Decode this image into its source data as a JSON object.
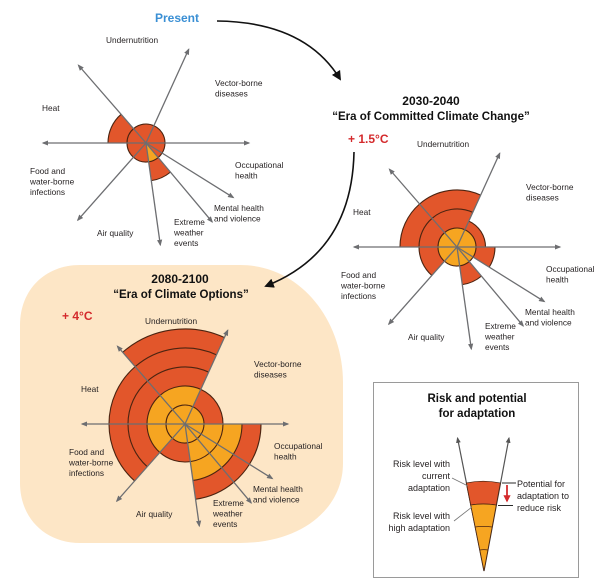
{
  "colors": {
    "current_adaptation_risk": "#e2562b",
    "high_adaptation_risk": "#f6a521",
    "ring_line": "#4b2411",
    "axis": "#6d6e71",
    "present_title": "#3a8fd4",
    "warming": "#d42a2c",
    "panel_background": "#fde6c6",
    "potential_arrow": "#d42a2c"
  },
  "risk_scale_unit": "concentric ring level",
  "eras": [
    {
      "period": "Present",
      "era_name": "",
      "warming": "",
      "sectors": [
        {
          "name": "Undernutrition",
          "label_lines": [
            "Undernutrition"
          ],
          "risk_high_adaptation": 0,
          "risk_current_adaptation": 1
        },
        {
          "name": "Vector-borne diseases",
          "label_lines": [
            "Vector-borne",
            "diseases"
          ],
          "risk_high_adaptation": 0,
          "risk_current_adaptation": 1
        },
        {
          "name": "Occupational health",
          "label_lines": [
            "Occupational",
            "health"
          ],
          "risk_high_adaptation": 0,
          "risk_current_adaptation": 1
        },
        {
          "name": "Mental health and violence",
          "label_lines": [
            "Mental health",
            "and violence"
          ],
          "risk_high_adaptation": 0,
          "risk_current_adaptation": 1
        },
        {
          "name": "Extreme weather events",
          "label_lines": [
            "Extreme",
            "weather",
            "events"
          ],
          "risk_high_adaptation": 1,
          "risk_current_adaptation": 2
        },
        {
          "name": "Air quality",
          "label_lines": [
            "Air quality"
          ],
          "risk_high_adaptation": 0,
          "risk_current_adaptation": 1
        },
        {
          "name": "Food and water-borne infections",
          "label_lines": [
            "Food and",
            "water-borne",
            "infections"
          ],
          "risk_high_adaptation": 0,
          "risk_current_adaptation": 1
        },
        {
          "name": "Heat",
          "label_lines": [
            "Heat"
          ],
          "risk_high_adaptation": 0,
          "risk_current_adaptation": 2
        }
      ]
    },
    {
      "period": "2030-2040",
      "era_name": "“Era of Committed Climate Change”",
      "warming": "+ 1.5°C",
      "sectors": [
        {
          "name": "Undernutrition",
          "label_lines": [
            "Undernutrition"
          ],
          "risk_high_adaptation": 1,
          "risk_current_adaptation": 3
        },
        {
          "name": "Vector-borne diseases",
          "label_lines": [
            "Vector-borne",
            "diseases"
          ],
          "risk_high_adaptation": 1,
          "risk_current_adaptation": 1.5
        },
        {
          "name": "Occupational health",
          "label_lines": [
            "Occupational",
            "health"
          ],
          "risk_high_adaptation": 1,
          "risk_current_adaptation": 2
        },
        {
          "name": "Mental health and violence",
          "label_lines": [
            "Mental health",
            "and violence"
          ],
          "risk_high_adaptation": 1,
          "risk_current_adaptation": 1
        },
        {
          "name": "Extreme weather events",
          "label_lines": [
            "Extreme",
            "weather",
            "events"
          ],
          "risk_high_adaptation": 1,
          "risk_current_adaptation": 2
        },
        {
          "name": "Air quality",
          "label_lines": [
            "Air quality"
          ],
          "risk_high_adaptation": 1,
          "risk_current_adaptation": 1
        },
        {
          "name": "Food and water-borne infections",
          "label_lines": [
            "Food and",
            "water-borne",
            "infections"
          ],
          "risk_high_adaptation": 1,
          "risk_current_adaptation": 2
        },
        {
          "name": "Heat",
          "label_lines": [
            "Heat"
          ],
          "risk_high_adaptation": 1,
          "risk_current_adaptation": 3
        }
      ]
    },
    {
      "period": "2080-2100",
      "era_name": "“Era of Climate Options”",
      "warming": "+ 4°C",
      "sectors": [
        {
          "name": "Undernutrition",
          "label_lines": [
            "Undernutrition"
          ],
          "risk_high_adaptation": 2,
          "risk_current_adaptation": 5
        },
        {
          "name": "Vector-borne diseases",
          "label_lines": [
            "Vector-borne",
            "diseases"
          ],
          "risk_high_adaptation": 1,
          "risk_current_adaptation": 2
        },
        {
          "name": "Occupational health",
          "label_lines": [
            "Occupational",
            "health"
          ],
          "risk_high_adaptation": 3,
          "risk_current_adaptation": 4
        },
        {
          "name": "Mental health and violence",
          "label_lines": [
            "Mental health",
            "and violence"
          ],
          "risk_high_adaptation": 3,
          "risk_current_adaptation": 4
        },
        {
          "name": "Extreme weather events",
          "label_lines": [
            "Extreme",
            "weather",
            "events"
          ],
          "risk_high_adaptation": 3,
          "risk_current_adaptation": 4
        },
        {
          "name": "Air quality",
          "label_lines": [
            "Air quality"
          ],
          "risk_high_adaptation": 1,
          "risk_current_adaptation": 2
        },
        {
          "name": "Food and water-borne infections",
          "label_lines": [
            "Food and",
            "water-borne",
            "infections"
          ],
          "risk_high_adaptation": 2,
          "risk_current_adaptation": 4
        },
        {
          "name": "Heat",
          "label_lines": [
            "Heat"
          ],
          "risk_high_adaptation": 2,
          "risk_current_adaptation": 4
        }
      ]
    }
  ],
  "legend": {
    "title_lines": [
      "Risk and potential",
      "for adaptation"
    ],
    "current_label_lines": [
      "Risk level with",
      "current",
      "adaptation"
    ],
    "high_label_lines": [
      "Risk level with",
      "high adaptation"
    ],
    "potential_label_lines": [
      "Potential for",
      "adaptation to",
      "reduce risk"
    ]
  }
}
